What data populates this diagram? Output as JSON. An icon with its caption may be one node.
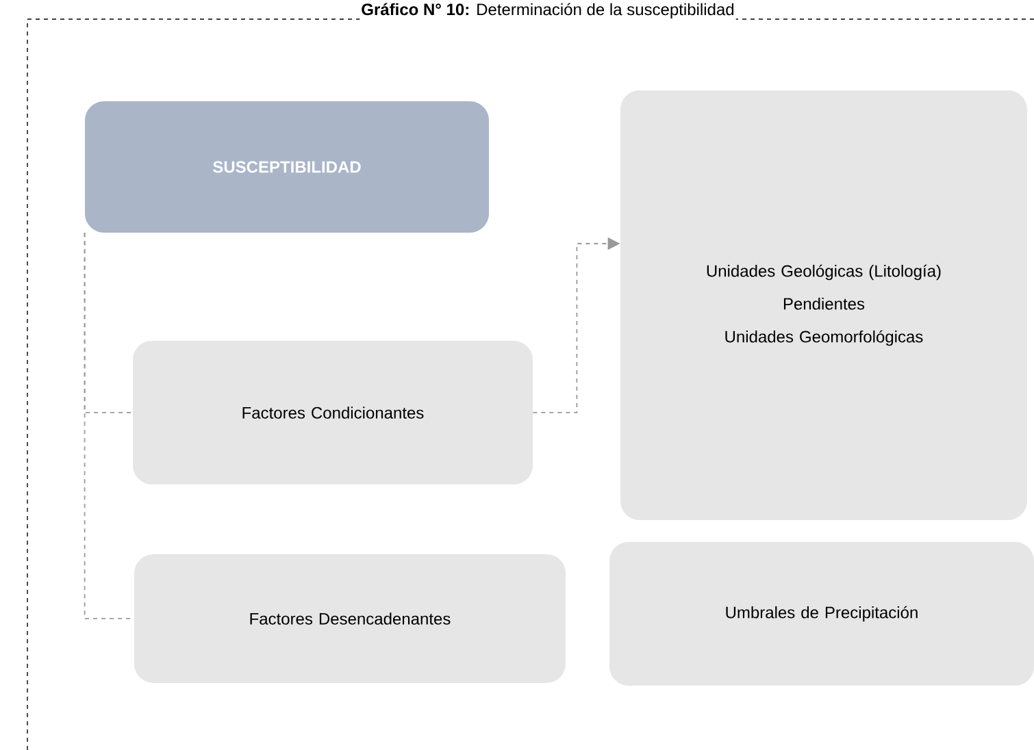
{
  "diagram": {
    "title": "**Gráfico N° 10:** Determinación de la susceptibilidad",
    "nodes": [
      {
        "text": [
          "SUSCEPTIBILIDAD"
        ]
      },
      {
        "text": [
          "Factores Condicionantes"
        ]
      },
      {
        "text": [
          "Unidades Geológicas (Litología)",
          "Pendientes",
          "Unidades Geomorfológicas"
        ]
      },
      {
        "text": [
          "Factores Desencadenantes"
        ]
      },
      {
        "text": [
          "Umbrales de Precipitación"
        ]
      }
    ],
    "edges": [
      {
        "from": 0,
        "to": 1,
        "arrow": "none",
        "style": "dashed"
      },
      {
        "from": 0,
        "to": 3,
        "arrow": "none",
        "style": "dashed"
      },
      {
        "from": 1,
        "to": 2,
        "arrow": "to",
        "style": "dashed"
      }
    ]
  }
}
